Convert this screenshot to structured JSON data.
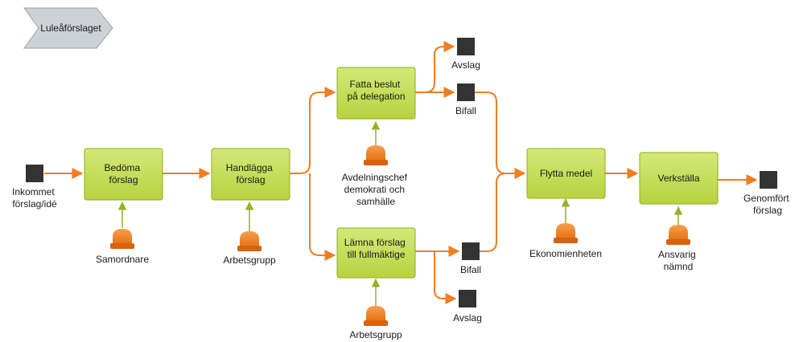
{
  "start_tag": "Luleåförslaget",
  "colors": {
    "process_fill": "#c7dd5a",
    "process_stroke": "#8fae1b",
    "flow_arrow": "#ef7d22",
    "assign_arrow": "#99b020",
    "role_icon": "#ef8a2c",
    "event": "#333333",
    "start_tag_fill": "#cdd1d8"
  },
  "events": {
    "incoming": [
      "Inkommet",
      "förslag/idé"
    ],
    "reject_upper": [
      "Avslag"
    ],
    "approve_upper": [
      "Bifall"
    ],
    "approve_lower": [
      "Bifall"
    ],
    "reject_lower": [
      "Avslag"
    ],
    "done": [
      "Genomfört",
      "förslag"
    ]
  },
  "processes": {
    "assess": [
      "Bedöma",
      "förslag"
    ],
    "handle": [
      "Handlägga",
      "förslag"
    ],
    "delegate": [
      "Fatta beslut",
      "på delegation"
    ],
    "council": [
      "Lämna förslag",
      "till fullmäktige"
    ],
    "move_funds": [
      "Flytta medel"
    ],
    "execute": [
      "Verkställa"
    ]
  },
  "roles": {
    "assess": [
      "Samordnare"
    ],
    "handle": [
      "Arbetsgrupp"
    ],
    "delegate": [
      "Avdelningschef",
      "demokrati och",
      "samhälle"
    ],
    "council": [
      "Arbetsgrupp"
    ],
    "move_funds": [
      "Ekonomienheten"
    ],
    "execute": [
      "Ansvarig",
      "nämnd"
    ]
  }
}
